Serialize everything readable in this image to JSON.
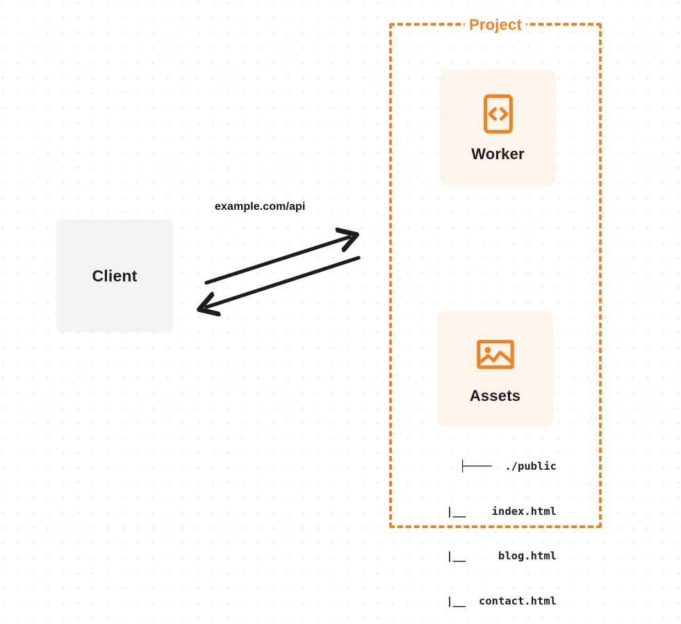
{
  "diagram": {
    "title": "Client to Project Worker and Assets request flow",
    "colors": {
      "accent_orange": "#f38020",
      "card_background": "#fdf4ec",
      "client_background": "#f3f4f6",
      "text_dark": "#1d1d1f",
      "canvas_background": "#ffffff",
      "dot_grid": "#e9e9ea"
    }
  },
  "client": {
    "label": "Client"
  },
  "connection": {
    "label": "example.com/api",
    "request_arrow": "arrow-right-up",
    "response_arrow": "arrow-left-down"
  },
  "project": {
    "title": "Project",
    "border_style": "dashed",
    "services": [
      {
        "label": "Worker",
        "icon": "code-brackets-icon"
      },
      {
        "label": "Assets",
        "icon": "image-picture-icon"
      }
    ],
    "file_tree": {
      "rows": [
        "├────  ./public",
        "   |__    index.html",
        "   |__     blog.html",
        "   |__  contact.html"
      ]
    }
  }
}
